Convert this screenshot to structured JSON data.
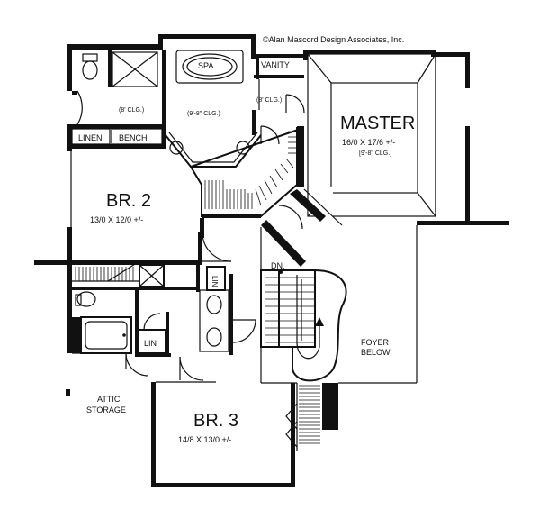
{
  "copyright": "©Alan Mascord Design Associates, Inc.",
  "rooms": {
    "master": {
      "name": "MASTER",
      "dims": "16/0 X 17/6 +/-",
      "ceiling": "[9'-8\" CLG.]"
    },
    "br2": {
      "name": "BR. 2",
      "dims": "13/0 X 12/0 +/-"
    },
    "br3": {
      "name": "BR. 3",
      "dims": "14/8 X 13/0 +/-"
    },
    "spa": "SPA",
    "vanity": "VANITY",
    "linen": "LINEN",
    "bench": "BENCH",
    "lin1": "LIN",
    "lin2": "LIN",
    "attic": [
      "ATTIC",
      "STORAGE"
    ],
    "foyer": [
      "FOYER",
      "BELOW"
    ],
    "dn": "DN."
  },
  "ceilings": {
    "bath_left": "(8' CLG.)",
    "bath_center": "(9'-8\" CLG.)",
    "vanity_right": "(8' CLG.)"
  }
}
